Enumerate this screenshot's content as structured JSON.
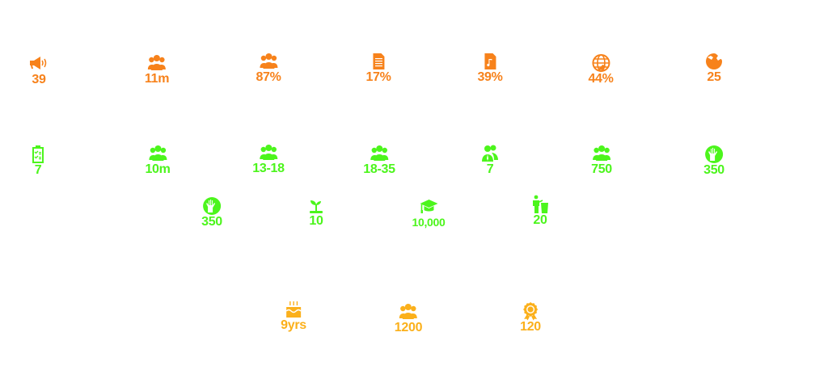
{
  "colors": {
    "orange": "#f7821b",
    "green": "#4cf51c",
    "amber": "#fbb01b"
  },
  "rows": [
    {
      "color": "orange",
      "items": [
        {
          "icon": "megaphone-icon",
          "value": "39"
        },
        {
          "icon": "people-group-icon",
          "value": "11m"
        },
        {
          "icon": "people-group-icon",
          "value": "87%"
        },
        {
          "icon": "document-icon",
          "value": "17%"
        },
        {
          "icon": "music-file-icon",
          "value": "39%"
        },
        {
          "icon": "globe-icon",
          "value": "44%"
        },
        {
          "icon": "continent-globe-icon",
          "value": "25"
        }
      ]
    },
    {
      "color": "green",
      "items": [
        {
          "icon": "checklist-clipboard-icon",
          "value": "7"
        },
        {
          "icon": "people-group-icon",
          "value": "10m"
        },
        {
          "icon": "people-group-icon",
          "value": "13-18"
        },
        {
          "icon": "people-group-icon",
          "value": "18-35"
        },
        {
          "icon": "business-people-icon",
          "value": "7"
        },
        {
          "icon": "people-group-icon",
          "value": "750"
        },
        {
          "icon": "raised-hands-icon",
          "value": "350"
        }
      ]
    },
    {
      "color": "green",
      "items": [
        {
          "icon": "raised-hands-icon",
          "value": "350"
        },
        {
          "icon": "sprout-icon",
          "value": "10"
        },
        {
          "icon": "graduation-cap-icon",
          "value": "10,000"
        },
        {
          "icon": "speaker-podium-icon",
          "value": "20"
        }
      ]
    },
    {
      "color": "amber",
      "items": [
        {
          "icon": "birthday-cake-icon",
          "value": "9yrs"
        },
        {
          "icon": "people-group-icon",
          "value": "1200"
        },
        {
          "icon": "award-ribbon-icon",
          "value": "120"
        }
      ]
    }
  ]
}
